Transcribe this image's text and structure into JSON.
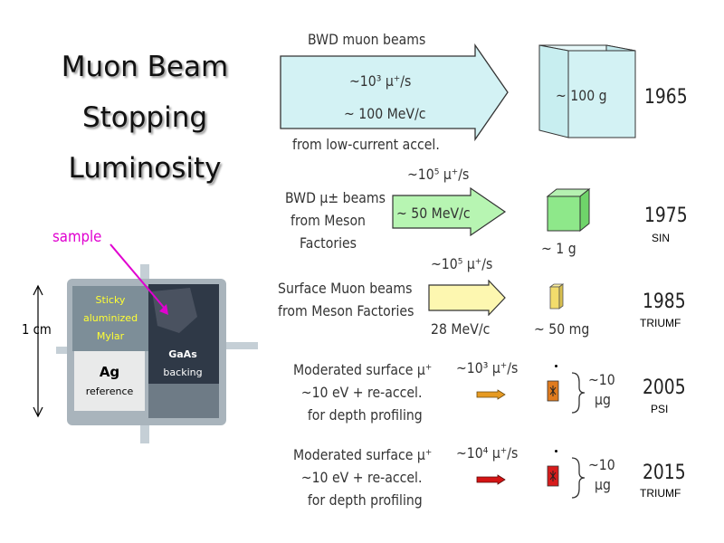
{
  "title": {
    "line1": "Muon Beam",
    "line2": "Stopping",
    "line3": "Luminosity"
  },
  "photo": {
    "sample_label": "sample",
    "scale_label": "1 cm",
    "mylar_lines": [
      "Sticky",
      "aluminized",
      "Mylar"
    ],
    "gaas_lines": [
      "GaAs",
      "backing"
    ],
    "ag_lines": [
      "Ag",
      "reference"
    ]
  },
  "rows": [
    {
      "id": "1965",
      "header": "BWD muon beams",
      "rate": "~10³ μ⁺/s",
      "energy": "~ 100 MeV/c",
      "source": "from low-current accel.",
      "mass": "~ 100 g",
      "year": "1965",
      "lab": ""
    },
    {
      "id": "1975",
      "desc_lines": [
        "BWD μ± beams",
        "from Meson",
        "Factories"
      ],
      "rate": "~10⁵ μ⁺/s",
      "energy": "~ 50 MeV/c",
      "mass": "~ 1 g",
      "year": "1975",
      "lab": "SIN"
    },
    {
      "id": "1985",
      "desc_lines": [
        "Surface Muon beams",
        "from Meson Factories"
      ],
      "rate": "~10⁵ μ⁺/s",
      "energy": "28 MeV/c",
      "mass": "~ 50 mg",
      "year": "1985",
      "lab": "TRIUMF"
    },
    {
      "id": "2005",
      "desc_lines": [
        "Moderated surface μ⁺",
        "~10 eV + re-accel.",
        "for depth profiling"
      ],
      "rate": "~10³ μ⁺/s",
      "mass_lines": [
        "~10",
        "μg"
      ],
      "year": "2005",
      "lab": "PSI"
    },
    {
      "id": "2015",
      "desc_lines": [
        "Moderated surface μ⁺",
        "~10 eV + re-accel.",
        "for depth profiling"
      ],
      "rate": "~10⁴ μ⁺/s",
      "mass_lines": [
        "~10",
        "μg"
      ],
      "year": "2015",
      "lab": "TRIUMF"
    }
  ],
  "colors": {
    "arrow_1965": "#d3f2f4",
    "cube_1965": "#d3f2f4",
    "arrow_1975": "#b7f5b2",
    "cube_1975": "#8ee88a",
    "arrow_1985": "#fdf7b0",
    "sample_1985": "#f2dc6c",
    "arrow_2005": "#e69a22",
    "sample_2005": "#e07b1e",
    "arrow_2015": "#d41414",
    "sample_2015": "#d71c1c",
    "pointer": "#e000d0"
  }
}
